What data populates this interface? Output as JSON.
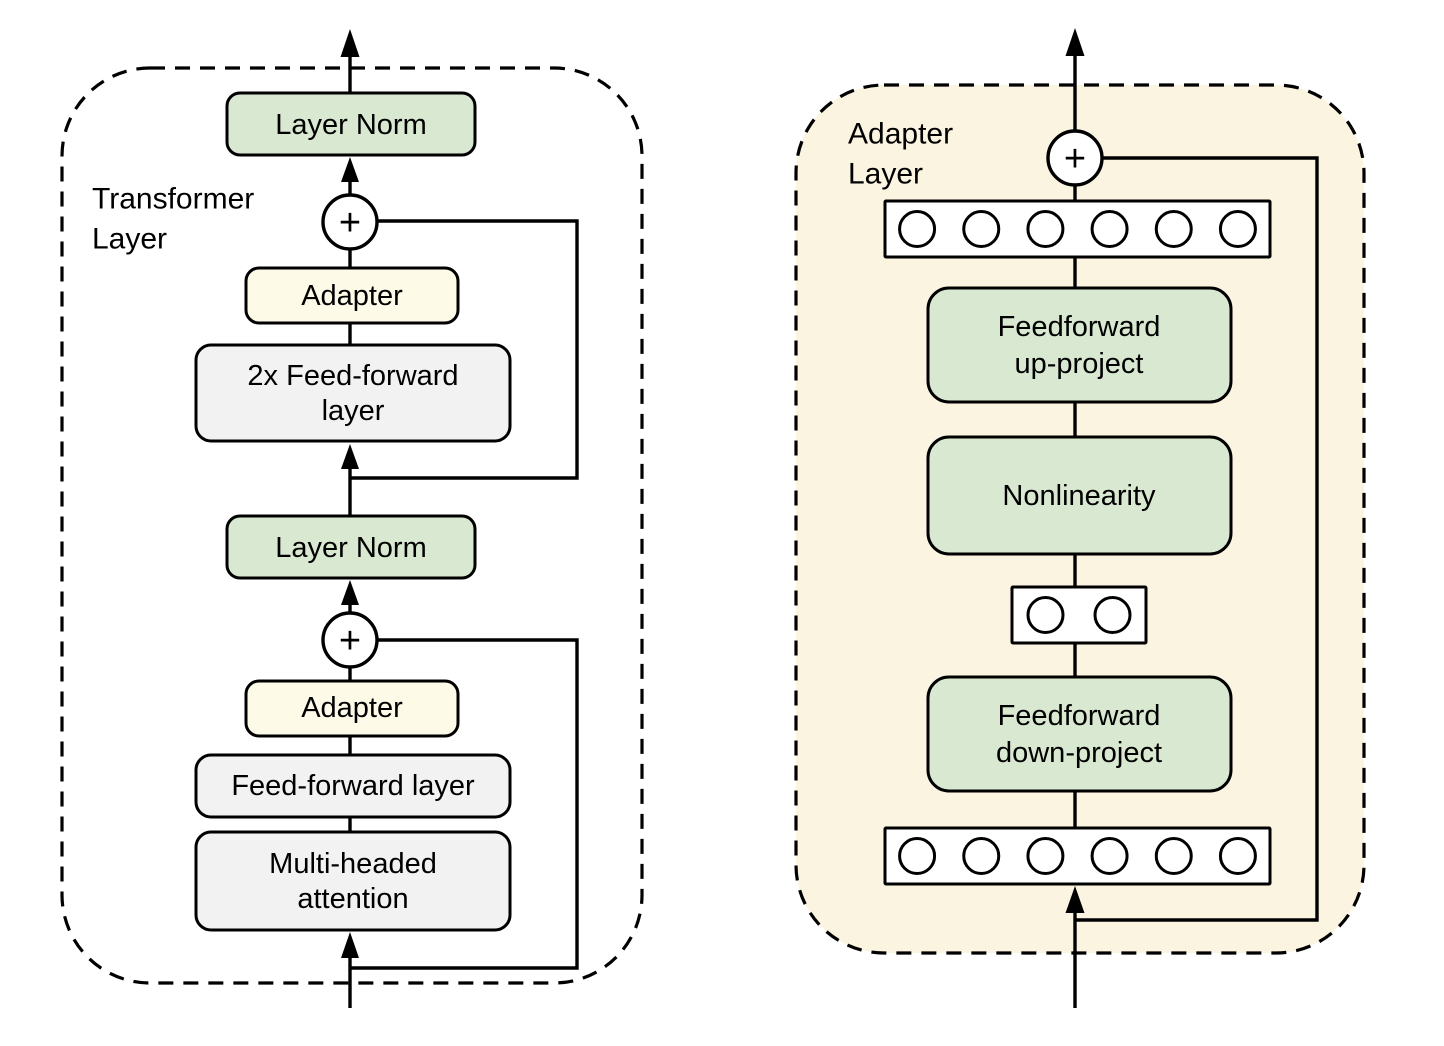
{
  "figure": {
    "left_panel": {
      "label_line1": "Transformer",
      "label_line2": "Layer",
      "layer_norm_top": "Layer Norm",
      "add_top": "+",
      "adapter_top": "Adapter",
      "feed_forward_2x_line1": "2x Feed-forward",
      "feed_forward_2x_line2": "layer",
      "layer_norm_mid": "Layer Norm",
      "add_bottom": "+",
      "adapter_bottom": "Adapter",
      "feed_forward": "Feed-forward layer",
      "attention_line1": "Multi-headed",
      "attention_line2": "attention"
    },
    "right_panel": {
      "label_line1": "Adapter",
      "label_line2": "Layer",
      "add": "+",
      "feedforward_up_line1": "Feedforward",
      "feedforward_up_line2": "up-project",
      "nonlinearity": "Nonlinearity",
      "feedforward_down_line1": "Feedforward",
      "feedforward_down_line2": "down-project",
      "vector_top_circles": 6,
      "bottleneck_circles": 2,
      "vector_bottom_circles": 6
    },
    "colors": {
      "green_block": "#d9e8d1",
      "yellow_block": "#fdfbe7",
      "gray_block": "#f2f2f2",
      "panel_fill": "#faf4e1",
      "line": "#000000",
      "background": "#ffffff"
    }
  }
}
